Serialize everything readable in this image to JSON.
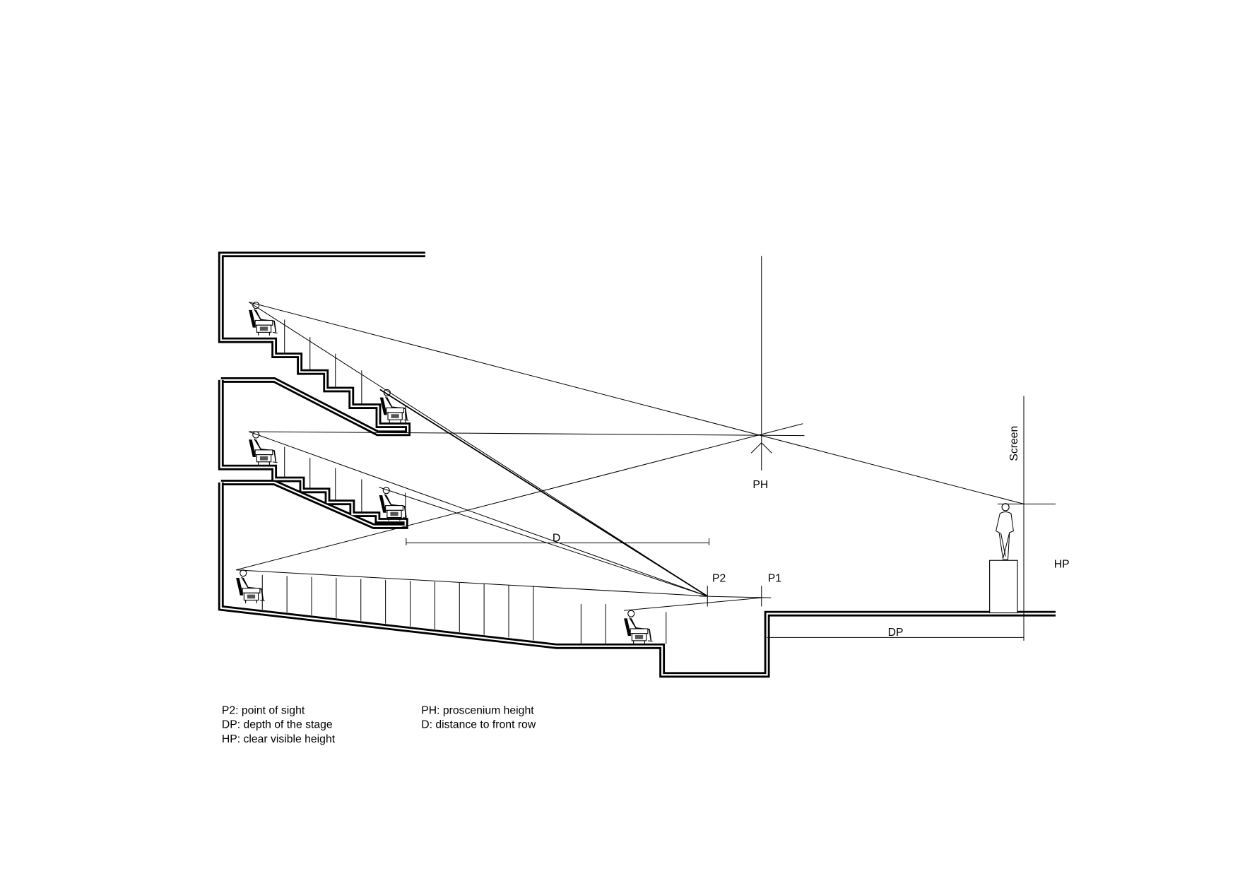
{
  "diagram": {
    "labels": {
      "p2": "P2",
      "p1": "P1",
      "ph": "PH",
      "d": "D",
      "dp": "DP",
      "hp": "HP",
      "screen": "Screen"
    },
    "legend": [
      "P2: point of sight",
      "DP: depth of the stage",
      "HP: clear visible height",
      "PH: proscenium height",
      "D: distance to front row"
    ]
  }
}
